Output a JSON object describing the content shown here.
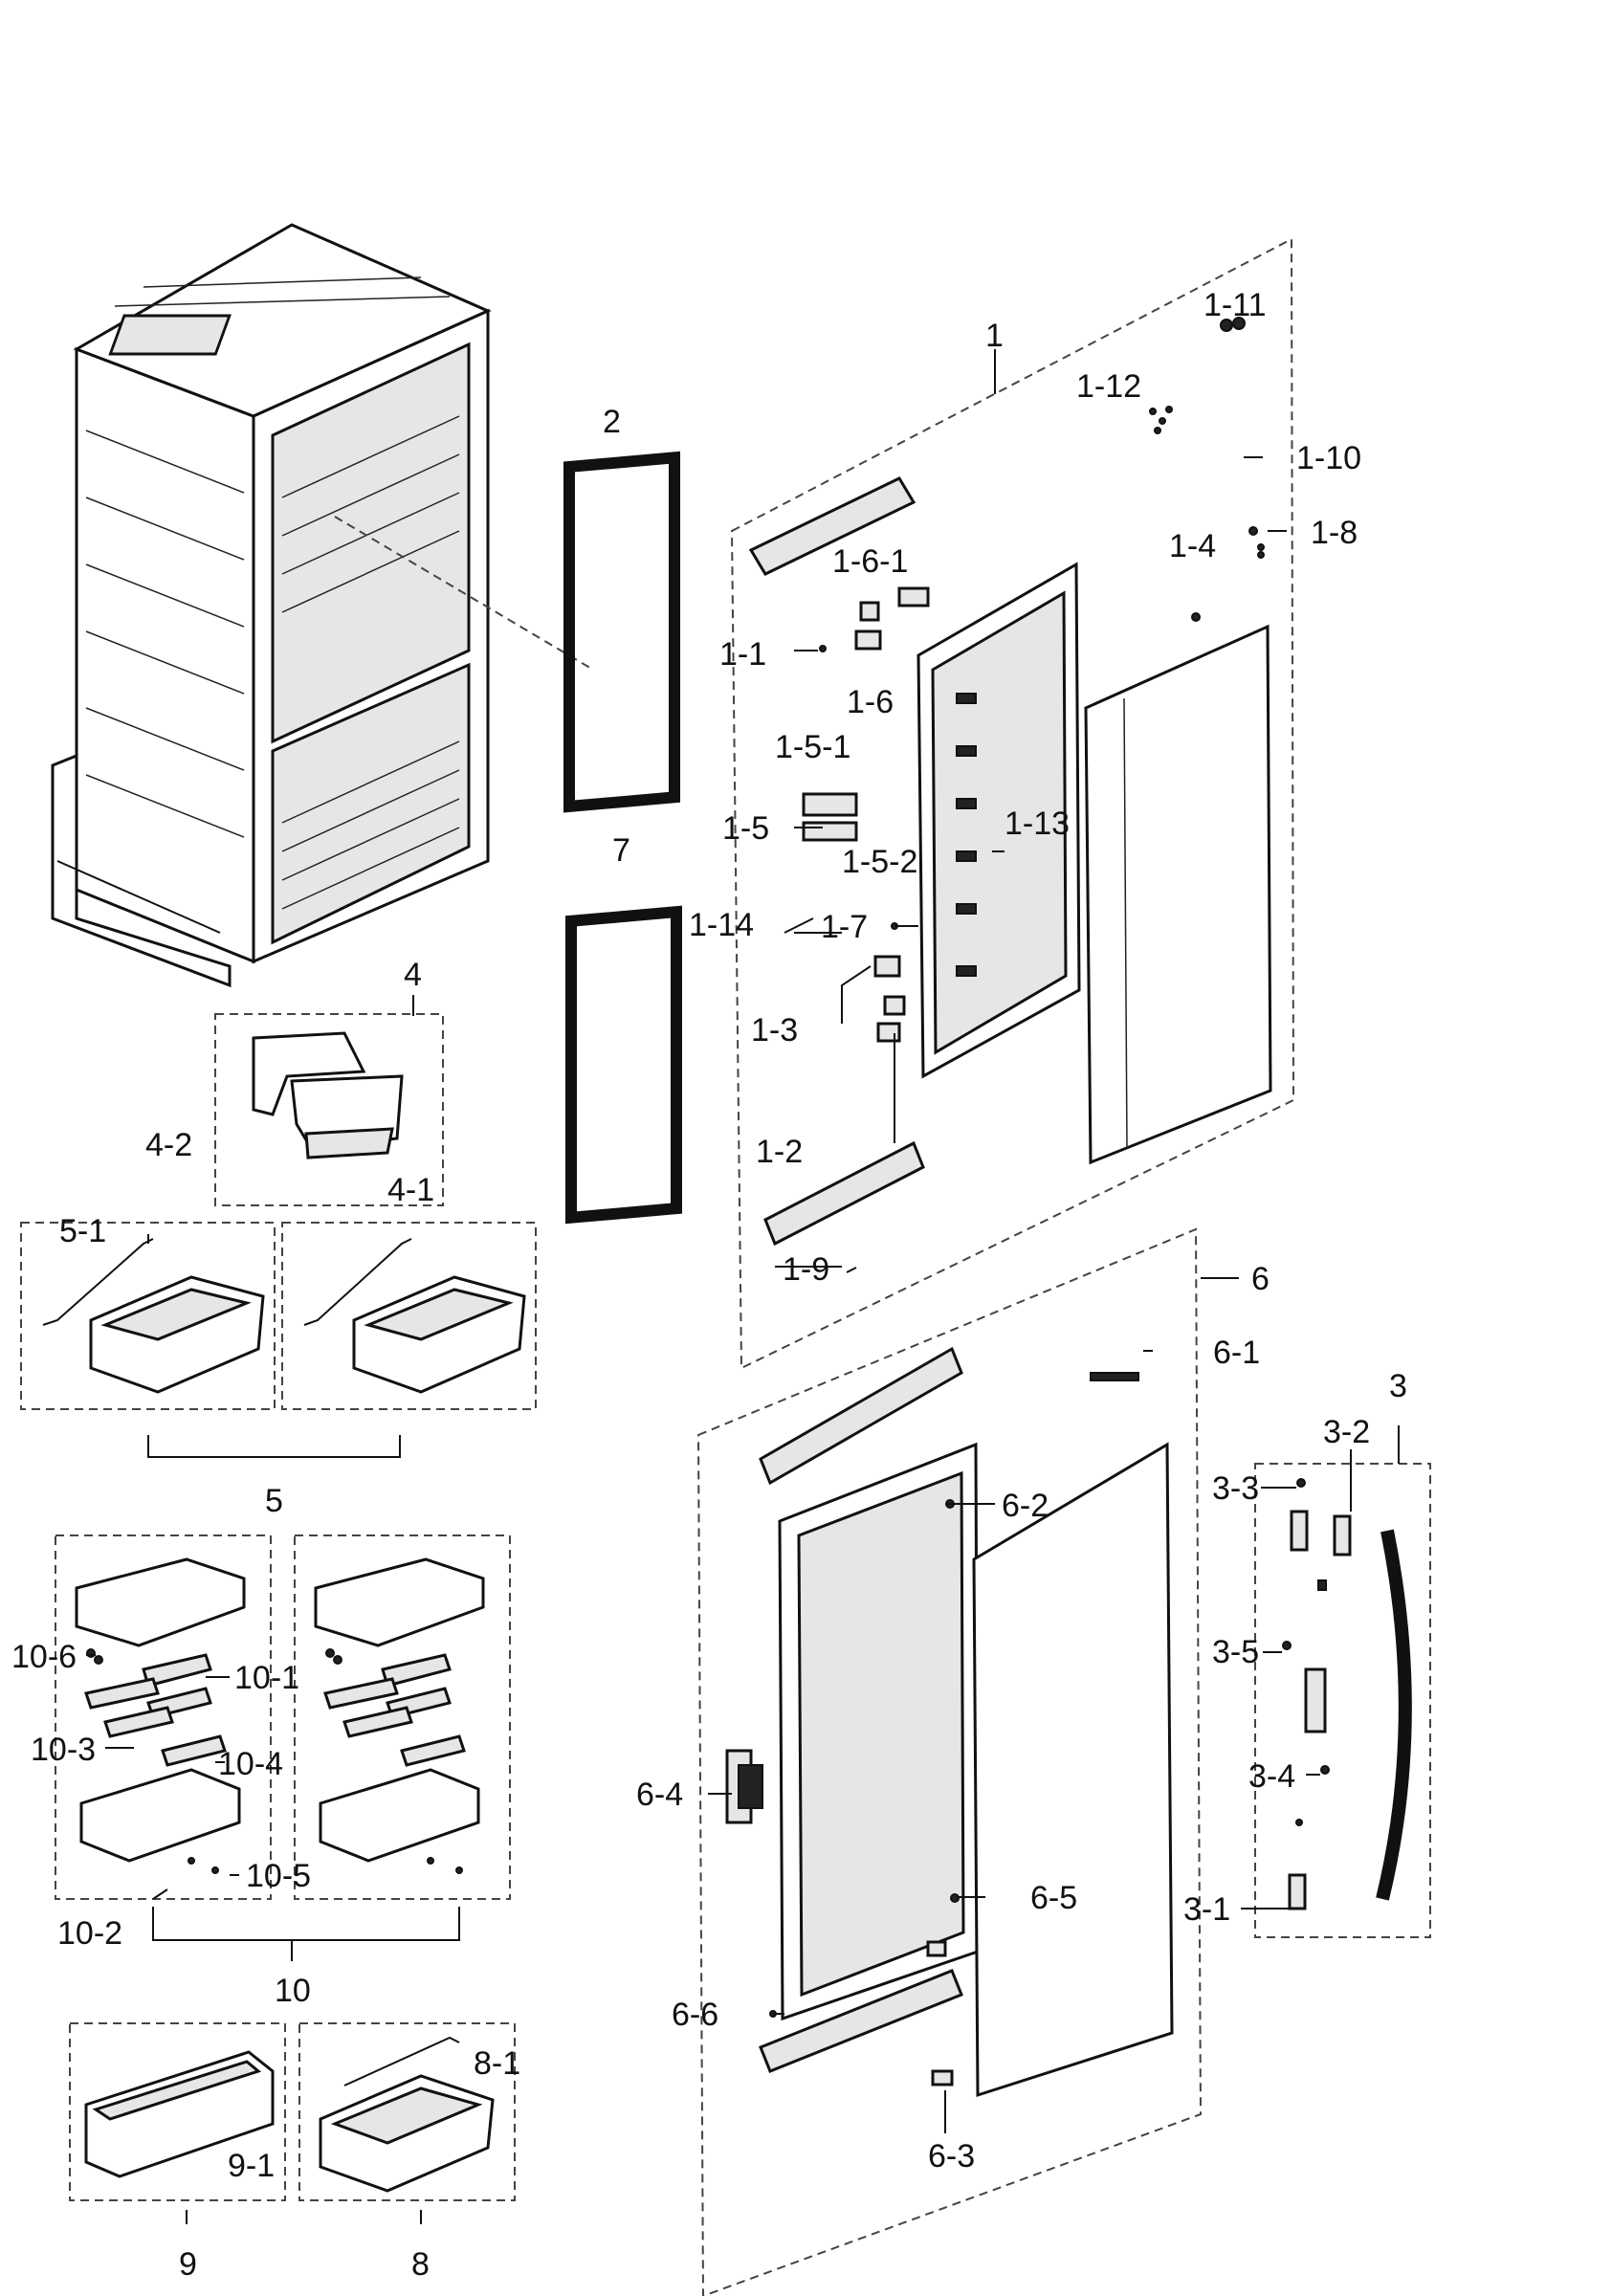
{
  "labels": {
    "l1": "1",
    "l1_1": "1-1",
    "l1_2": "1-2",
    "l1_3": "1-3",
    "l1_4": "1-4",
    "l1_5": "1-5",
    "l1_5_1": "1-5-1",
    "l1_5_2": "1-5-2",
    "l1_6": "1-6",
    "l1_6_1": "1-6-1",
    "l1_7": "1-7",
    "l1_8": "1-8",
    "l1_9": "1-9",
    "l1_10": "1-10",
    "l1_11": "1-11",
    "l1_12": "1-12",
    "l1_13": "1-13",
    "l1_14": "1-14",
    "l2": "2",
    "l3": "3",
    "l3_1": "3-1",
    "l3_2": "3-2",
    "l3_3": "3-3",
    "l3_4": "3-4",
    "l3_5": "3-5",
    "l4": "4",
    "l4_1": "4-1",
    "l4_2": "4-2",
    "l5": "5",
    "l5_1": "5-1",
    "l6": "6",
    "l6_1": "6-1",
    "l6_2": "6-2",
    "l6_3": "6-3",
    "l6_4": "6-4",
    "l6_5": "6-5",
    "l6_6": "6-6",
    "l7": "7",
    "l8": "8",
    "l8_1": "8-1",
    "l9": "9",
    "l9_1": "9-1",
    "l10": "10",
    "l10_1": "10-1",
    "l10_2": "10-2",
    "l10_3": "10-3",
    "l10_4": "10-4",
    "l10_5": "10-5",
    "l10_6": "10-6"
  }
}
